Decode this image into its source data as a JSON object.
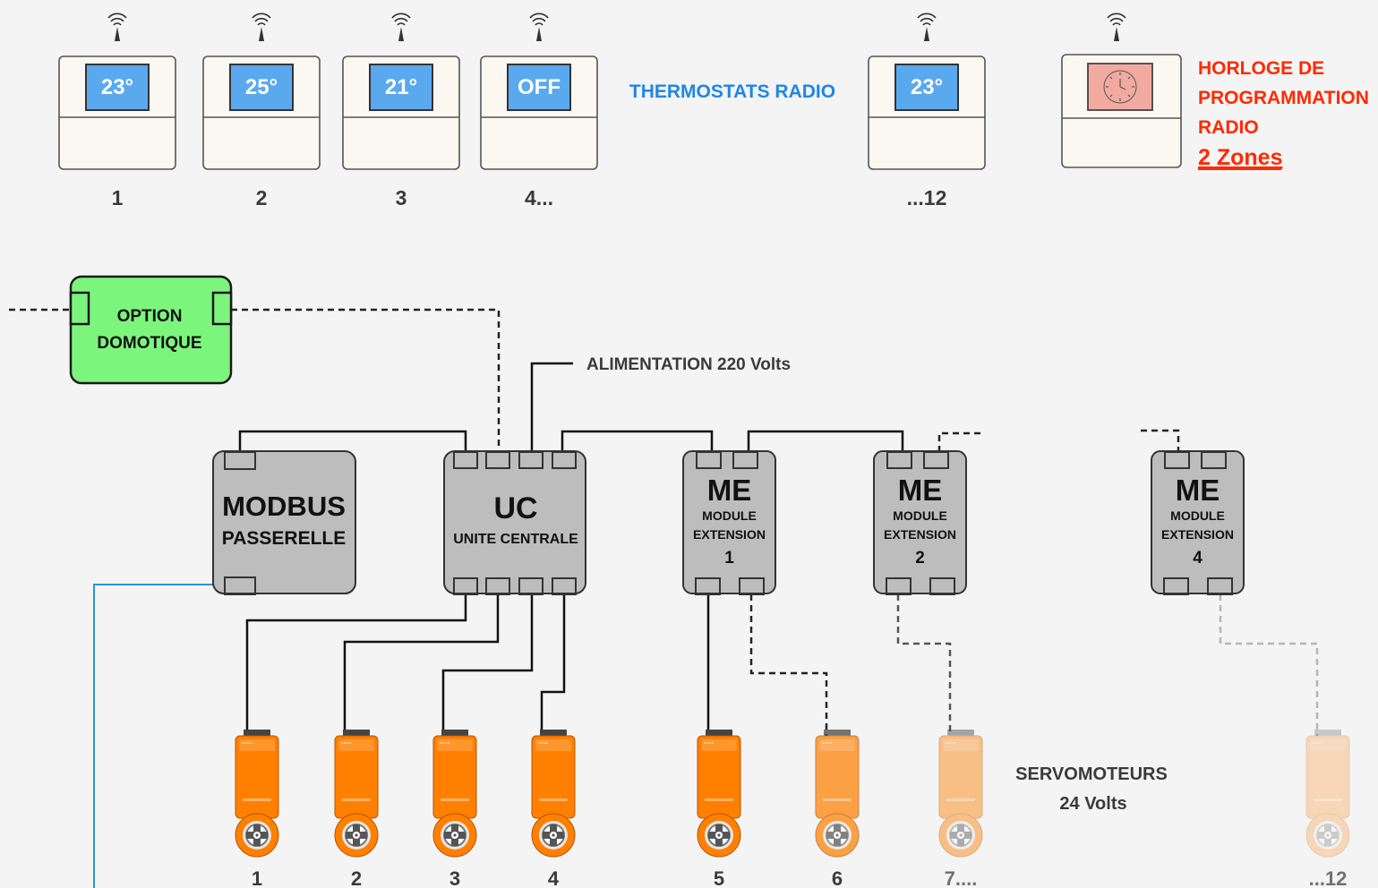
{
  "thermostats": [
    {
      "display": "23°",
      "label": "1"
    },
    {
      "display": "25°",
      "label": "2"
    },
    {
      "display": "21°",
      "label": "3"
    },
    {
      "display": "OFF",
      "label": "4..."
    },
    {
      "display": "23°",
      "label": "...12"
    }
  ],
  "thermostats_title": "THERMOSTATS RADIO",
  "horloge": {
    "line1": "HORLOGE DE",
    "line2": "PROGRAMMATION",
    "line3": "RADIO",
    "zones": "2 Zones"
  },
  "option_domotique": {
    "line1": "OPTION",
    "line2": "DOMOTIQUE"
  },
  "alimentation": "ALIMENTATION 220 Volts",
  "modbus": {
    "title": "MODBUS",
    "subtitle": "PASSERELLE"
  },
  "uc": {
    "title": "UC",
    "subtitle": "UNITE CENTRALE"
  },
  "modules": [
    {
      "title": "ME",
      "line1": "MODULE",
      "line2": "EXTENSION",
      "number": "1"
    },
    {
      "title": "ME",
      "line1": "MODULE",
      "line2": "EXTENSION",
      "number": "2"
    },
    {
      "title": "ME",
      "line1": "MODULE",
      "line2": "EXTENSION",
      "number": "4"
    }
  ],
  "servomoteurs": {
    "line1": "SERVOMOTEURS",
    "line2": "24 Volts"
  },
  "servo_labels": [
    "1",
    "2",
    "3",
    "4",
    "5",
    "6",
    "7....",
    "...12"
  ],
  "colors": {
    "background": "#f4f4f4",
    "thermostat_body": "#fbf8f2",
    "thermostat_screen": "#5aa9ee",
    "clock_screen": "#f2aaa0",
    "title_blue": "#1f86e6",
    "title_red": "#ff2a00",
    "domotique_green": "#7cf57c",
    "module_gray": "#bdbdbd",
    "servo_orange": "#ff8000",
    "bus_blue": "#2a95d6",
    "text_dark": "#3a3a3a"
  }
}
